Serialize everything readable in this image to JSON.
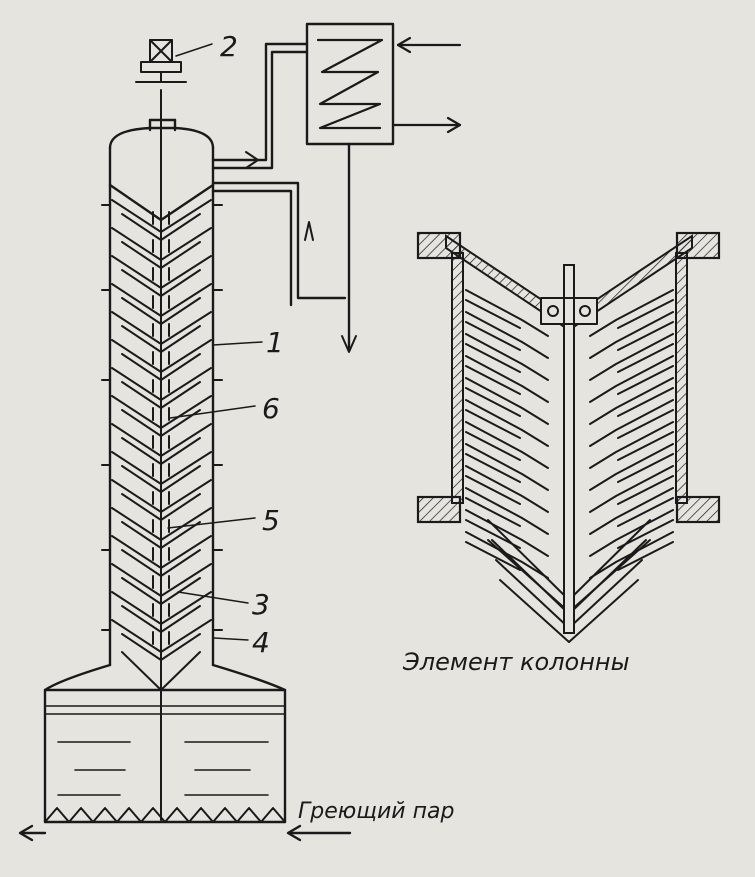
{
  "labels": {
    "l1": "1",
    "l2": "2",
    "l3": "3",
    "l4": "4",
    "l5": "5",
    "l6": "6"
  },
  "captions": {
    "element": "Элемент колонны",
    "steam": "Греющий пар"
  },
  "colors": {
    "ink": "#1a1a1a",
    "paper": "#e6e4df"
  }
}
